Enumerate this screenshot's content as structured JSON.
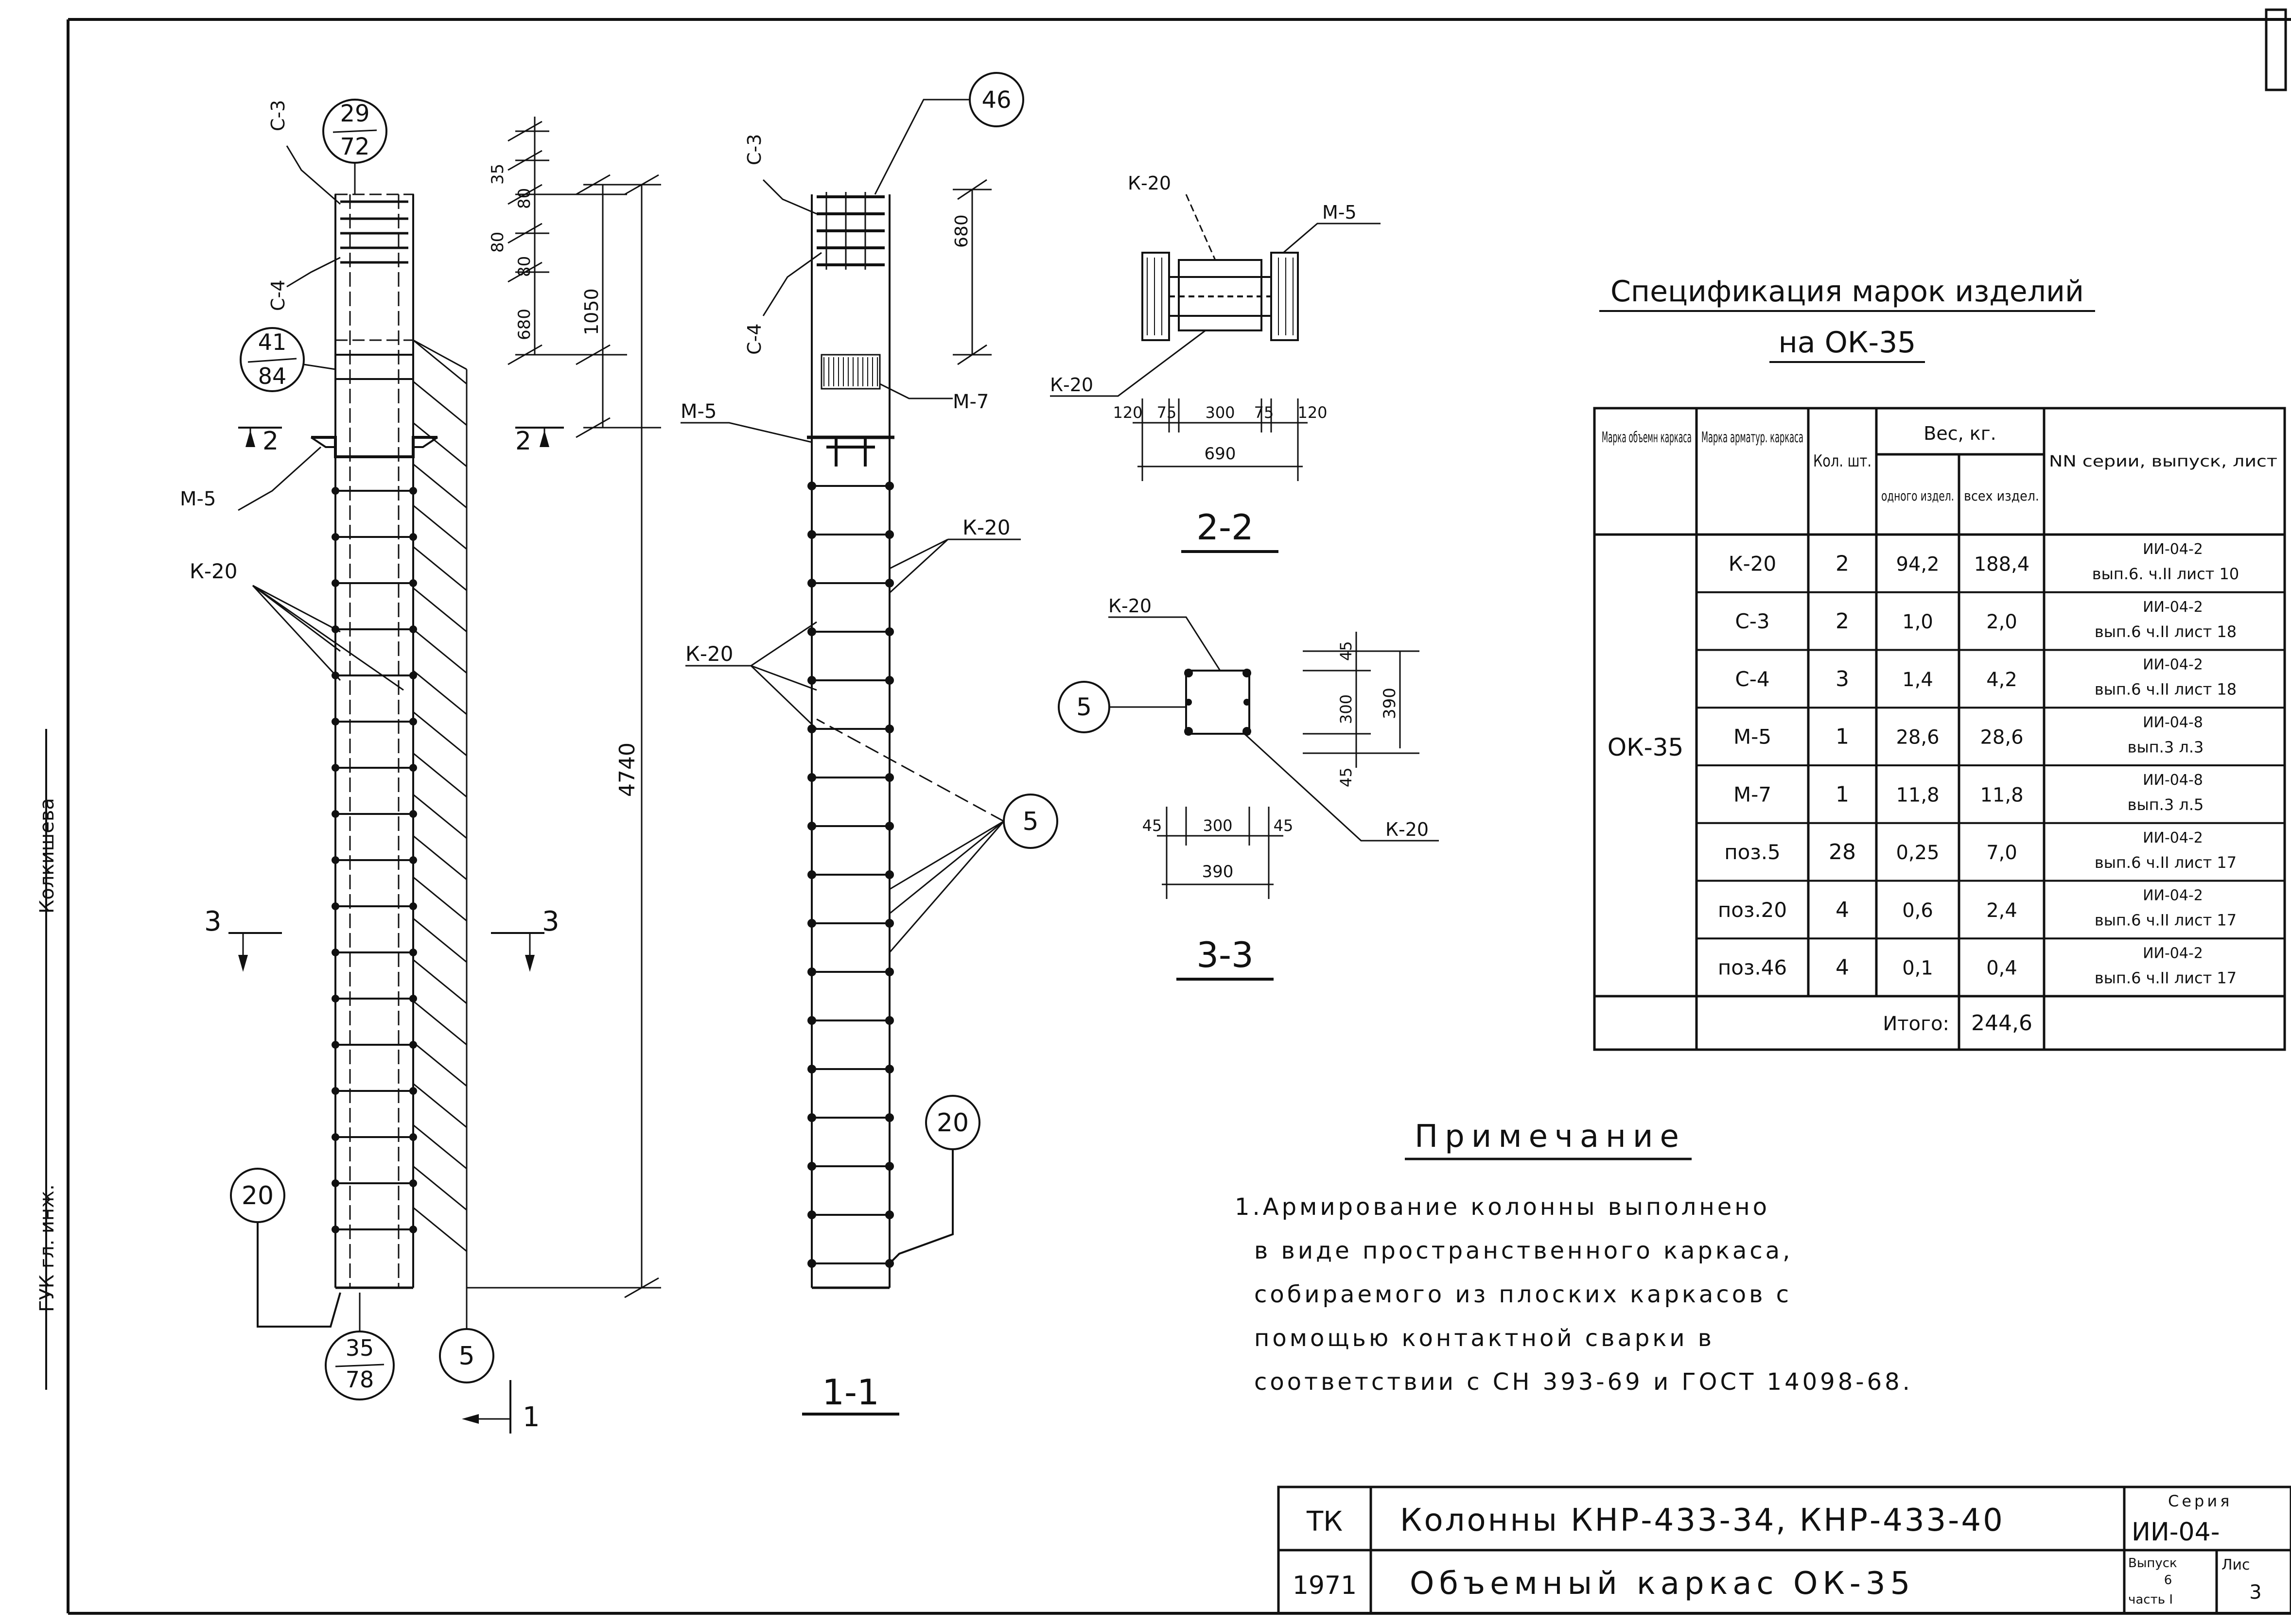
{
  "section_labels": {
    "section_1_1": "1-1",
    "section_2_2": "2-2",
    "section_3_3": "3-3",
    "cut_2_left": "2",
    "cut_2_right": "2",
    "cut_3_left": "3",
    "cut_3_right": "3",
    "cut_1": "1"
  },
  "callouts": {
    "c_29_72": {
      "top": "29",
      "bottom": "72"
    },
    "c_41_84": {
      "top": "41",
      "bottom": "84"
    },
    "c_35_78": {
      "top": "35",
      "bottom": "78"
    },
    "c_46": "46",
    "c_20_left": "20",
    "c_20_mid": "20",
    "c_5_left": "5",
    "c_5_mid": "5",
    "c_5_sec3": "5"
  },
  "labels": {
    "c3_left": "С-3",
    "c4_left": "С-4",
    "m5_left": "М-5",
    "k20_left": "К-20",
    "c3_mid": "С-3",
    "c4_mid": "С-4",
    "m5_mid": "М-5",
    "m7_mid": "М-7",
    "k20_mid_right": "К-20",
    "k20_mid_left": "К-20",
    "k20_s2_top": "К-20",
    "m5_s2": "М-5",
    "k20_s2_bottom": "К-20",
    "k20_s3_top": "К-20",
    "k20_s3_right": "К-20"
  },
  "dimensions": {
    "d_35": "35",
    "d_80a": "80",
    "d_80b": "80",
    "d_80c": "80",
    "d_680": "680",
    "d_1050": "1050",
    "d_4740": "4740",
    "d_680_mid": "680",
    "s2_120a": "120",
    "s2_75a": "75",
    "s2_300": "300",
    "s2_75b": "75",
    "s2_120b": "120",
    "s2_690": "690",
    "s3_45a": "45",
    "s3_300h": "300",
    "s3_45b": "45",
    "s3_390h": "390",
    "s3_45v1": "45",
    "s3_300v": "300",
    "s3_45v2": "45",
    "s3_390v": "390"
  },
  "spec": {
    "title": "Спецификация марок изделий",
    "subtitle": "на ОК-35",
    "headers": {
      "col1": "Марка объемн каркаса",
      "col2": "Марка арматур. каркаса",
      "col3": "Кол. шт.",
      "weight": "Вес, кг.",
      "col4": "одного издел.",
      "col5": "всех издел.",
      "col6": "NN серии, выпуск, лист"
    },
    "group_mark": "ОК-35",
    "rows": [
      {
        "mark": "К-20",
        "qty": "2",
        "w1": "94,2",
        "wall": "188,4",
        "ref1": "ИИ-04-2",
        "ref2": "вып.6. ч.II лист 10"
      },
      {
        "mark": "С-3",
        "qty": "2",
        "w1": "1,0",
        "wall": "2,0",
        "ref1": "ИИ-04-2",
        "ref2": "вып.6 ч.II лист 18"
      },
      {
        "mark": "С-4",
        "qty": "3",
        "w1": "1,4",
        "wall": "4,2",
        "ref1": "ИИ-04-2",
        "ref2": "вып.6 ч.II лист 18"
      },
      {
        "mark": "М-5",
        "qty": "1",
        "w1": "28,6",
        "wall": "28,6",
        "ref1": "ИИ-04-8",
        "ref2": "вып.3 л.3"
      },
      {
        "mark": "М-7",
        "qty": "1",
        "w1": "11,8",
        "wall": "11,8",
        "ref1": "ИИ-04-8",
        "ref2": "вып.3 л.5"
      },
      {
        "mark": "поз.5",
        "qty": "28",
        "w1": "0,25",
        "wall": "7,0",
        "ref1": "ИИ-04-2",
        "ref2": "вып.6 ч.II лист 17"
      },
      {
        "mark": "поз.20",
        "qty": "4",
        "w1": "0,6",
        "wall": "2,4",
        "ref1": "ИИ-04-2",
        "ref2": "вып.6 ч.II лист 17"
      },
      {
        "mark": "поз.46",
        "qty": "4",
        "w1": "0,1",
        "wall": "0,4",
        "ref1": "ИИ-04-2",
        "ref2": "вып.6 ч.II лист 17"
      }
    ],
    "total_label": "Итого:",
    "total_value": "244,6"
  },
  "note": {
    "title": "Примечание",
    "lines": [
      "1.Армирование колонны выполнено",
      "в виде пространственного каркаса,",
      "собираемого из плоских каркасов с",
      "помощью контактной сварки в",
      "соответствии с СН 393-69 и ГОСТ 14098-68."
    ]
  },
  "title_block": {
    "org": "ТК",
    "year": "1971",
    "title1": "Колонны КНР-433-34, КНР-433-40",
    "title2": "Объемный каркас ОК-35",
    "series_label": "Серия",
    "series_value": "ИИ-04-",
    "issue_label": "Выпуск",
    "issue_value": "6",
    "part_value": "часть I",
    "sheet_label": "Лис",
    "sheet_value": "3"
  },
  "margin_stamp": {
    "name": "Колкишева",
    "role": "ГУК гл. инж."
  }
}
